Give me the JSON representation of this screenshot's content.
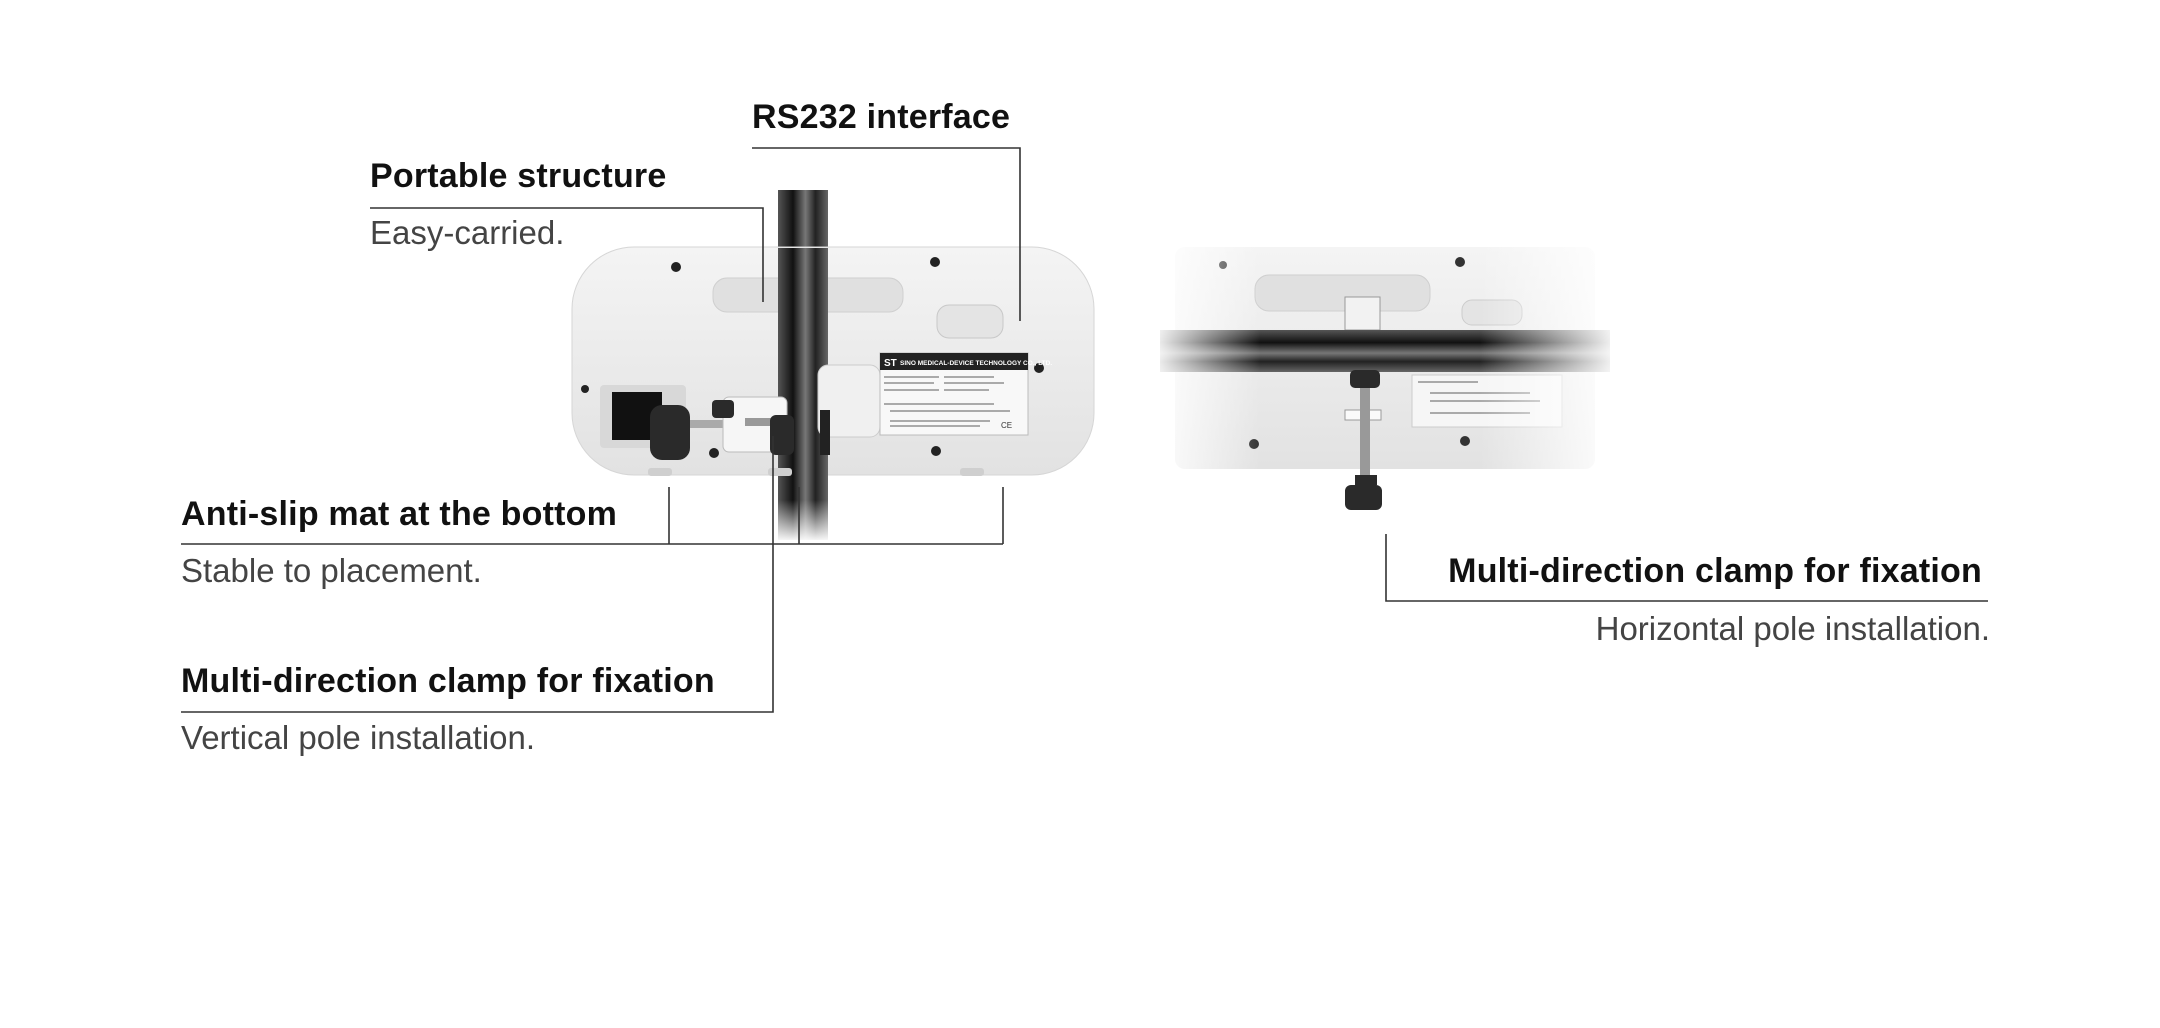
{
  "callouts": [
    {
      "title": "RS232 interface"
    },
    {
      "title": "Portable structure",
      "desc": "Easy-carried."
    },
    {
      "title": "Anti-slip mat at the bottom",
      "desc": "Stable to placement."
    },
    {
      "title": "Multi-direction clamp for fixation",
      "desc": "Vertical pole installation."
    },
    {
      "title": "Multi-direction clamp for fixation",
      "desc": "Horizontal pole installation."
    }
  ],
  "device_label": {
    "brand": "SINO MEDICAL-DEVICE TECHNOLOGY CO., LTD.",
    "logo": "ST",
    "ce": "CE"
  },
  "colors": {
    "title": "#111111",
    "desc": "#444444",
    "line": "#333333",
    "device": "#ececec"
  }
}
